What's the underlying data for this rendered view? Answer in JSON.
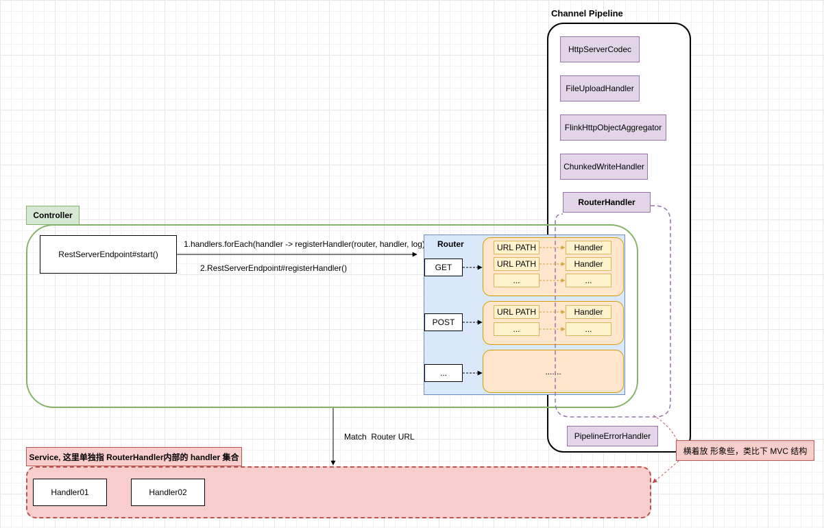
{
  "pipeline": {
    "title": "Channel Pipeline",
    "handlers": [
      "HttpServerCodec",
      "FileUploadHandler",
      "FlinkHttpObjectAggregator",
      "ChunkedWriteHandler"
    ],
    "router_handler": "RouterHandler",
    "error_handler": "PipelineErrorHandler"
  },
  "controller": {
    "label": "Controller",
    "endpoint": "RestServerEndpoint#start()",
    "arrow_label_1": "1.handlers.forEach(handler -> registerHandler(router, handler, log));",
    "arrow_label_2": "2.RestServerEndpoint#registerHandler()"
  },
  "router": {
    "title": "Router",
    "methods": [
      "GET",
      "POST",
      "..."
    ],
    "get_rows": [
      {
        "path": "URL PATH",
        "handler": "Handler"
      },
      {
        "path": "URL PATH",
        "handler": "Handler"
      },
      {
        "path": "...",
        "handler": "..."
      }
    ],
    "post_rows": [
      {
        "path": "URL PATH",
        "handler": "Handler"
      },
      {
        "path": "...",
        "handler": "..."
      }
    ],
    "other_group": "......."
  },
  "match_label": "Match  Router URL",
  "service": {
    "label": "Service, 这里单独指 RouterHandler内部的 handler 集合",
    "handlers": [
      "Handler01",
      "Handler02"
    ]
  },
  "note": "横着放 形象些，类比下 MVC 结构"
}
